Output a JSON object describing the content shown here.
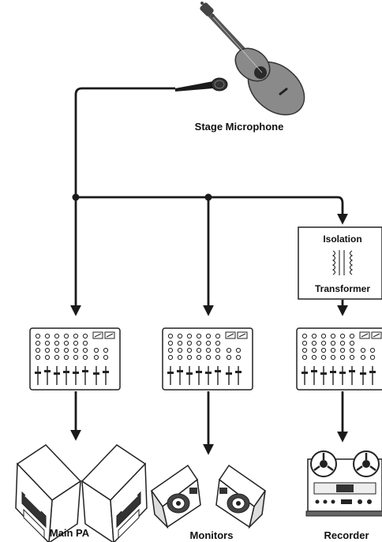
{
  "labels": {
    "microphone": "Stage Microphone",
    "transformer_top": "Isolation",
    "transformer_bottom": "Transformer",
    "main_pa": "Main PA",
    "monitors": "Monitors",
    "recorder": "Recorder"
  },
  "icons": {
    "source": "acoustic-guitar-icon",
    "microphone": "microphone-icon",
    "mixer": "mixing-console-icon",
    "transformer": "transformer-icon",
    "pa_speakers": "pa-speaker-icon",
    "stage_monitors": "stage-monitor-icon",
    "tape_recorder": "reel-to-reel-recorder-icon"
  },
  "colors": {
    "line": "#1a1a1a",
    "guitar_body": "#8a8a8a"
  }
}
